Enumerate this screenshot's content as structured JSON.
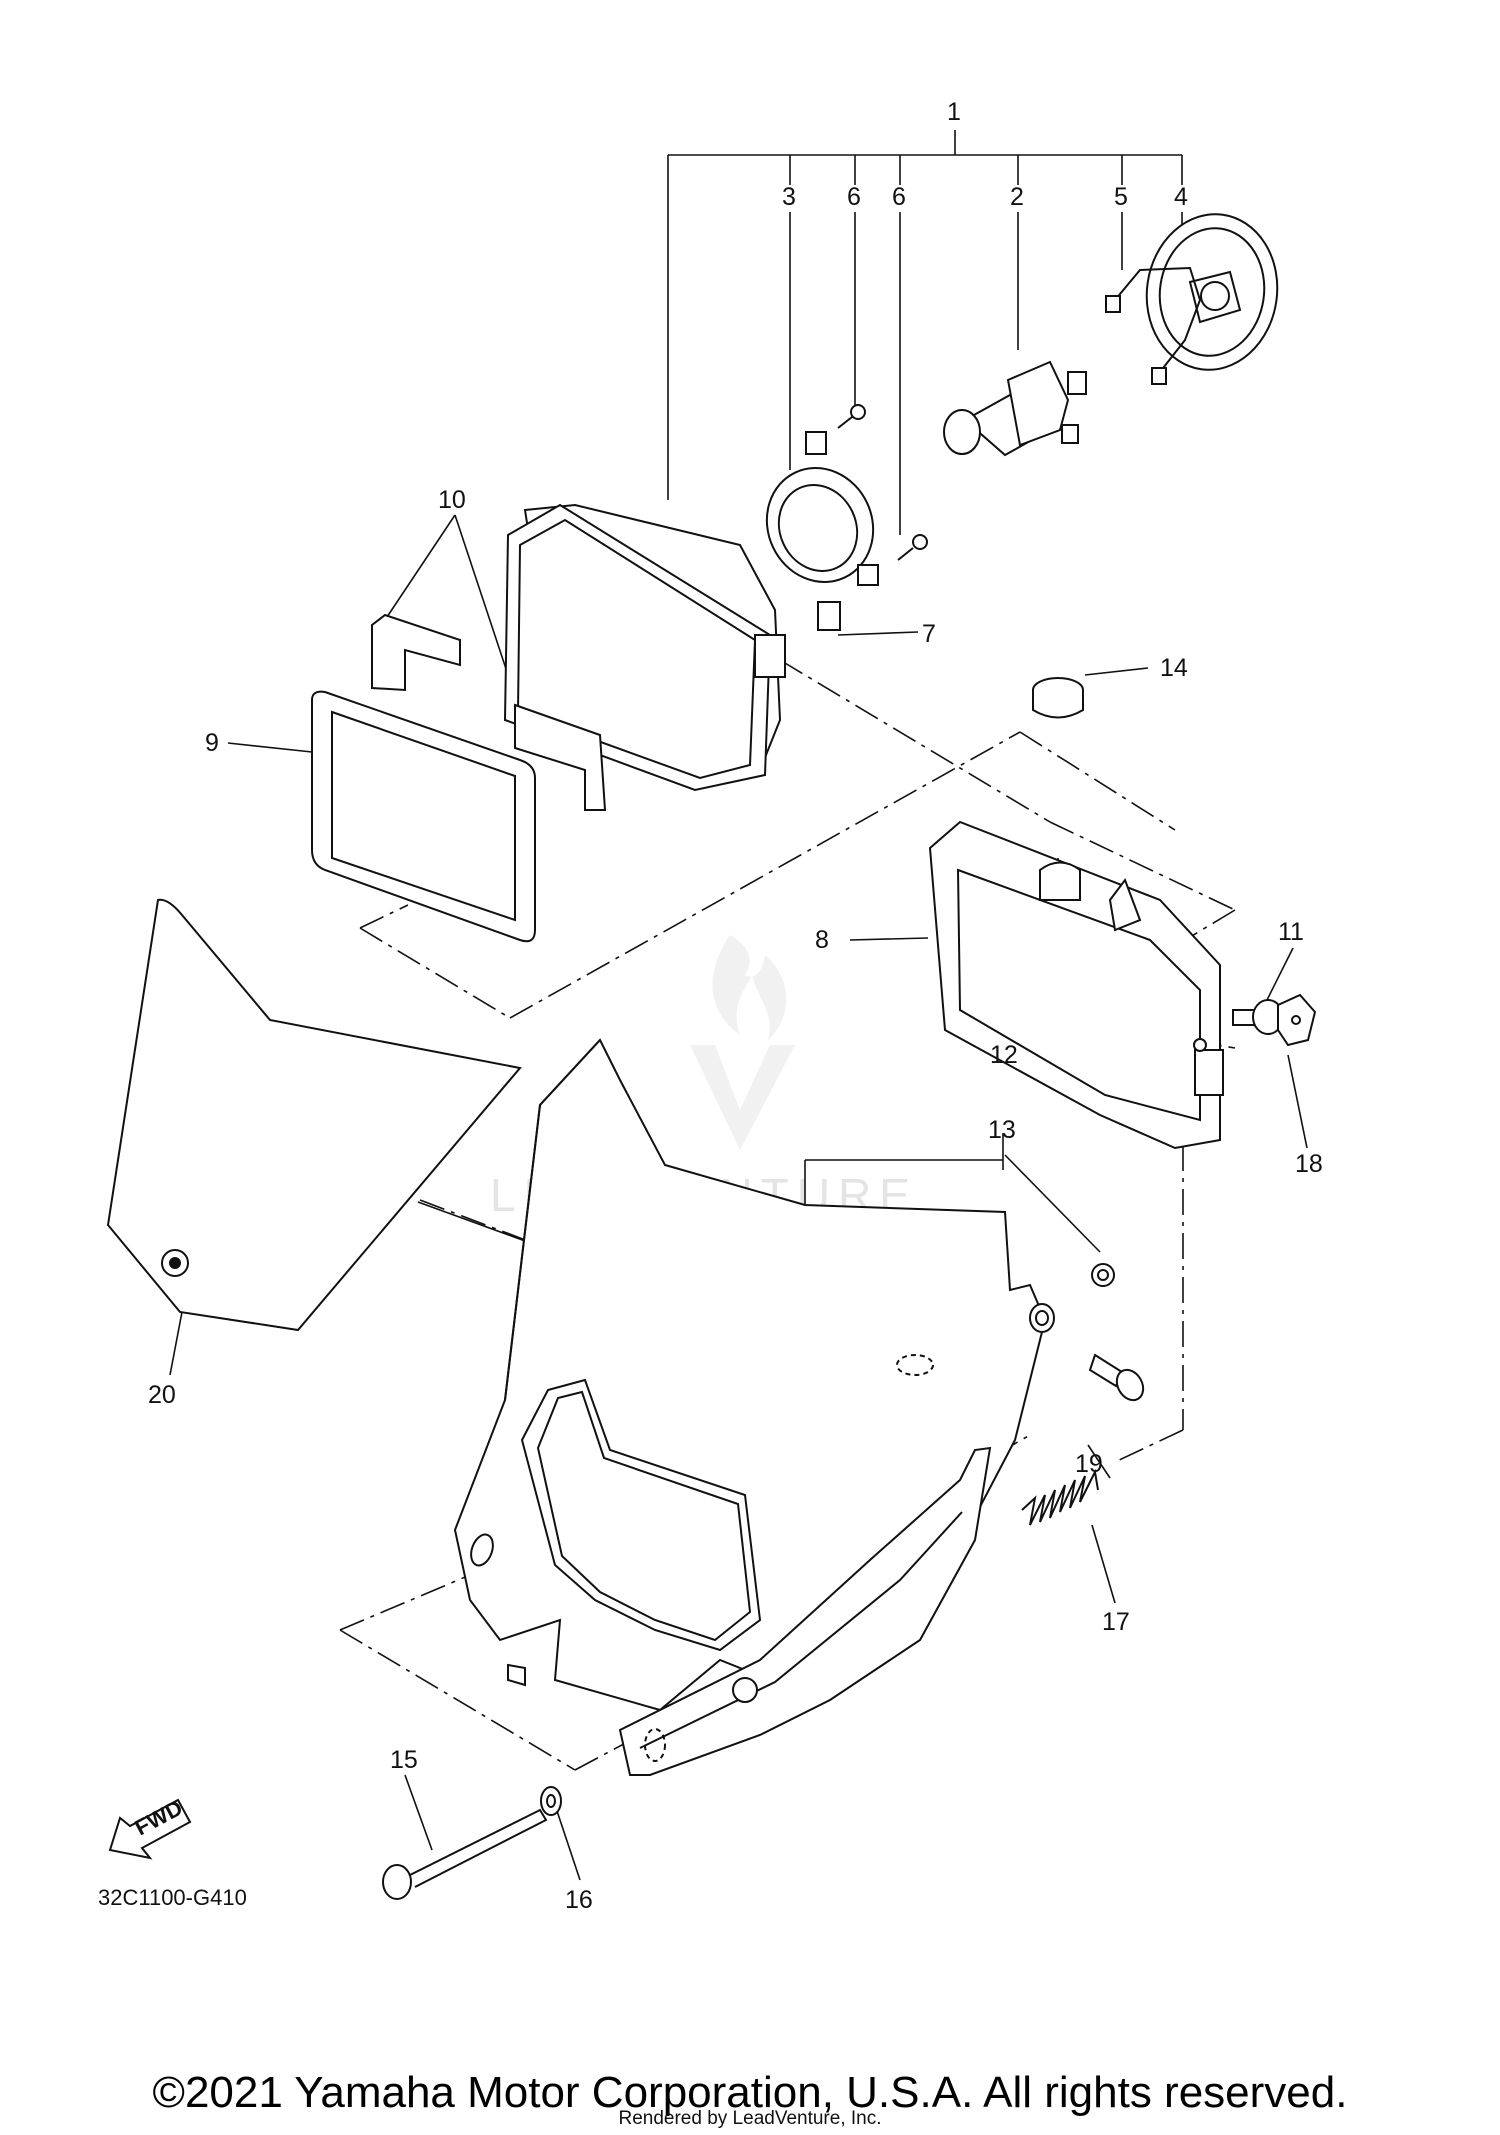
{
  "diagram": {
    "callouts": [
      "1",
      "2",
      "3",
      "4",
      "5",
      "6",
      "6",
      "7",
      "8",
      "9",
      "10",
      "11",
      "12",
      "13",
      "14",
      "15",
      "16",
      "17",
      "18",
      "19",
      "20"
    ],
    "diagram_code": "32C1100-G410",
    "fwd_label": "FWD"
  },
  "footer": {
    "copyright": "©2021 Yamaha Motor Corporation, U.S.A. All rights reserved.",
    "rendered_by": "Rendered by LeadVenture, Inc."
  },
  "watermark": {
    "text": "LEADVENTURE"
  }
}
